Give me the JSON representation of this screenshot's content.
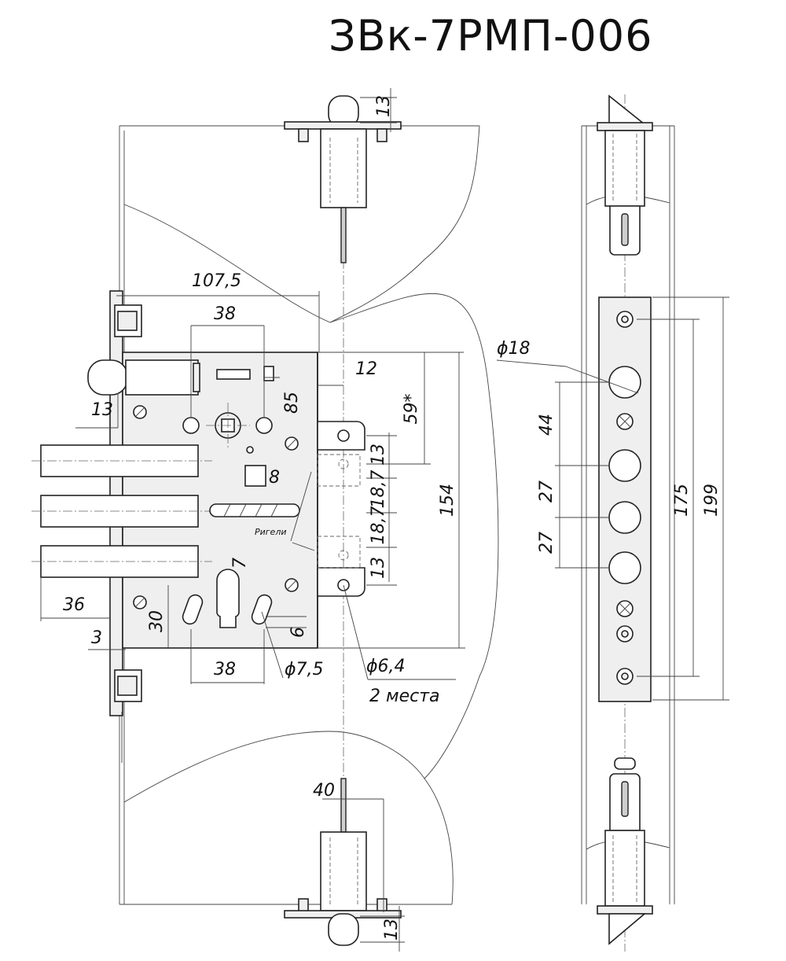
{
  "title": "ЗВк-7РМП-006",
  "dimensions": {
    "d107_5": "107,5",
    "d38_top": "38",
    "d12": "12",
    "d59": "59*",
    "d85": "85",
    "d13_left": "13",
    "d8": "8",
    "d154": "154",
    "d13_a": "13",
    "d18_7_a": "18,7",
    "d18_7_b": "18,7",
    "d13_b": "13",
    "d7": "7",
    "d36": "36",
    "d30": "30",
    "d6": "6",
    "d3": "3",
    "d38_bottom": "38",
    "phi7_5": "ϕ7,5",
    "phi6_4": "ϕ6,4",
    "places": "2 места",
    "d40": "40",
    "d13_top_rod": "13",
    "d13_bottom_rod": "13",
    "phi18": "ϕ18",
    "d44": "44",
    "d27_a": "27",
    "d27_b": "27",
    "d175": "175",
    "d199": "199"
  },
  "labels": {
    "rigels": "Ригели"
  }
}
